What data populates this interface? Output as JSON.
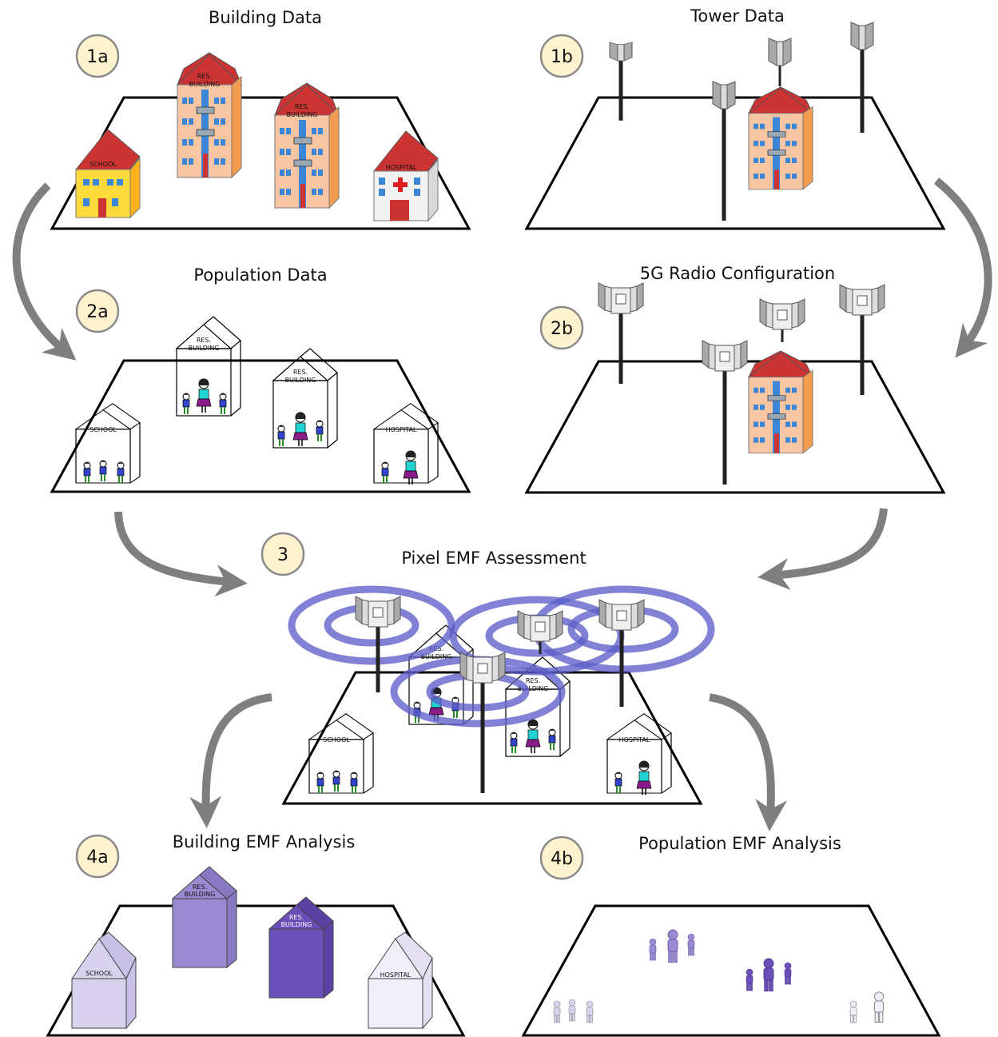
{
  "panels": {
    "p1a": {
      "badge": "1a",
      "title": "Building Data"
    },
    "p1b": {
      "badge": "1b",
      "title": "Tower Data"
    },
    "p2a": {
      "badge": "2a",
      "title": "Population Data"
    },
    "p2b": {
      "badge": "2b",
      "title": "5G Radio Configuration"
    },
    "p3": {
      "badge": "3",
      "title": "Pixel EMF Assessment"
    },
    "p4a": {
      "badge": "4a",
      "title": "Building EMF Analysis"
    },
    "p4b": {
      "badge": "4b",
      "title": "Population EMF Analysis"
    }
  },
  "labels": {
    "school": "SCHOOL",
    "res": "RES.",
    "building": "BUILDING",
    "hospital": "HOSPITAL"
  },
  "colors": {
    "roof": "#cc3333",
    "res_wall": "#f9c6a4",
    "res_side": "#f39c4f",
    "school_wall": "#ffd83b",
    "hospital_wall": "#f2f2f2",
    "window": "#3b86d6",
    "emf_ring": "#5d5fc9",
    "emf_low": "#d8d2ee",
    "emf_mid": "#9a8ad1",
    "emf_high": "#6a4fb8",
    "arrow": "#7f7f7f",
    "badge_fill": "#fff3cf"
  }
}
